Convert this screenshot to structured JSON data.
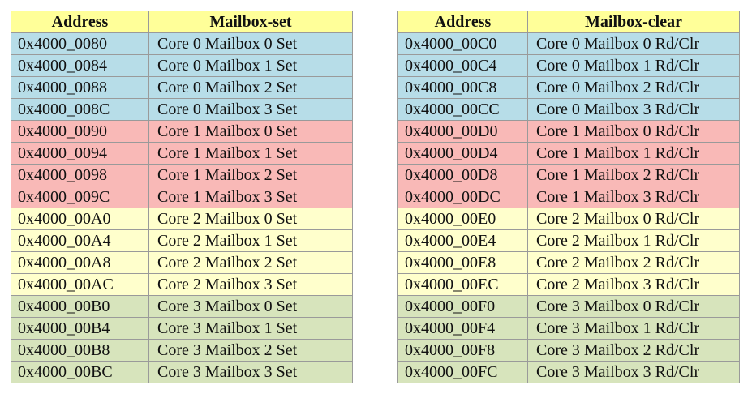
{
  "core_colors": {
    "0": "#b7dde8",
    "1": "#f9b9b7",
    "2": "#ffffcc",
    "3": "#d7e4bc"
  },
  "set_table": {
    "headers": [
      "Address",
      "Mailbox-set"
    ],
    "rows": [
      {
        "core": 0,
        "address": "0x4000_0080",
        "desc": "Core 0 Mailbox 0 Set"
      },
      {
        "core": 0,
        "address": "0x4000_0084",
        "desc": "Core 0 Mailbox 1 Set"
      },
      {
        "core": 0,
        "address": "0x4000_0088",
        "desc": "Core 0 Mailbox 2 Set"
      },
      {
        "core": 0,
        "address": "0x4000_008C",
        "desc": "Core 0 Mailbox 3 Set"
      },
      {
        "core": 1,
        "address": "0x4000_0090",
        "desc": "Core 1 Mailbox 0 Set"
      },
      {
        "core": 1,
        "address": "0x4000_0094",
        "desc": "Core 1 Mailbox 1 Set"
      },
      {
        "core": 1,
        "address": "0x4000_0098",
        "desc": "Core 1 Mailbox 2 Set"
      },
      {
        "core": 1,
        "address": "0x4000_009C",
        "desc": "Core 1 Mailbox 3 Set"
      },
      {
        "core": 2,
        "address": "0x4000_00A0",
        "desc": "Core 2 Mailbox 0 Set"
      },
      {
        "core": 2,
        "address": "0x4000_00A4",
        "desc": "Core 2 Mailbox 1 Set"
      },
      {
        "core": 2,
        "address": "0x4000_00A8",
        "desc": "Core 2 Mailbox 2 Set"
      },
      {
        "core": 2,
        "address": "0x4000_00AC",
        "desc": "Core 2 Mailbox 3 Set"
      },
      {
        "core": 3,
        "address": "0x4000_00B0",
        "desc": "Core 3 Mailbox 0 Set"
      },
      {
        "core": 3,
        "address": "0x4000_00B4",
        "desc": "Core 3 Mailbox 1 Set"
      },
      {
        "core": 3,
        "address": "0x4000_00B8",
        "desc": "Core 3 Mailbox 2 Set"
      },
      {
        "core": 3,
        "address": "0x4000_00BC",
        "desc": "Core 3 Mailbox 3 Set"
      }
    ]
  },
  "clear_table": {
    "headers": [
      "Address",
      "Mailbox-clear"
    ],
    "rows": [
      {
        "core": 0,
        "address": "0x4000_00C0",
        "desc": "Core 0 Mailbox 0 Rd/Clr"
      },
      {
        "core": 0,
        "address": "0x4000_00C4",
        "desc": "Core 0 Mailbox 1 Rd/Clr"
      },
      {
        "core": 0,
        "address": "0x4000_00C8",
        "desc": "Core 0 Mailbox 2 Rd/Clr"
      },
      {
        "core": 0,
        "address": "0x4000_00CC",
        "desc": "Core 0 Mailbox 3 Rd/Clr"
      },
      {
        "core": 1,
        "address": "0x4000_00D0",
        "desc": "Core 1 Mailbox 0 Rd/Clr"
      },
      {
        "core": 1,
        "address": "0x4000_00D4",
        "desc": "Core 1 Mailbox 1 Rd/Clr"
      },
      {
        "core": 1,
        "address": "0x4000_00D8",
        "desc": "Core 1 Mailbox 2 Rd/Clr"
      },
      {
        "core": 1,
        "address": "0x4000_00DC",
        "desc": "Core 1 Mailbox 3 Rd/Clr"
      },
      {
        "core": 2,
        "address": "0x4000_00E0",
        "desc": "Core 2 Mailbox 0 Rd/Clr"
      },
      {
        "core": 2,
        "address": "0x4000_00E4",
        "desc": "Core 2 Mailbox 1 Rd/Clr"
      },
      {
        "core": 2,
        "address": "0x4000_00E8",
        "desc": "Core 2 Mailbox 2 Rd/Clr"
      },
      {
        "core": 2,
        "address": "0x4000_00EC",
        "desc": "Core 2 Mailbox 3 Rd/Clr"
      },
      {
        "core": 3,
        "address": "0x4000_00F0",
        "desc": "Core 3 Mailbox 0 Rd/Clr"
      },
      {
        "core": 3,
        "address": "0x4000_00F4",
        "desc": "Core 3 Mailbox 1 Rd/Clr"
      },
      {
        "core": 3,
        "address": "0x4000_00F8",
        "desc": "Core 3 Mailbox 2 Rd/Clr"
      },
      {
        "core": 3,
        "address": "0x4000_00FC",
        "desc": "Core 3 Mailbox 3 Rd/Clr"
      }
    ]
  }
}
